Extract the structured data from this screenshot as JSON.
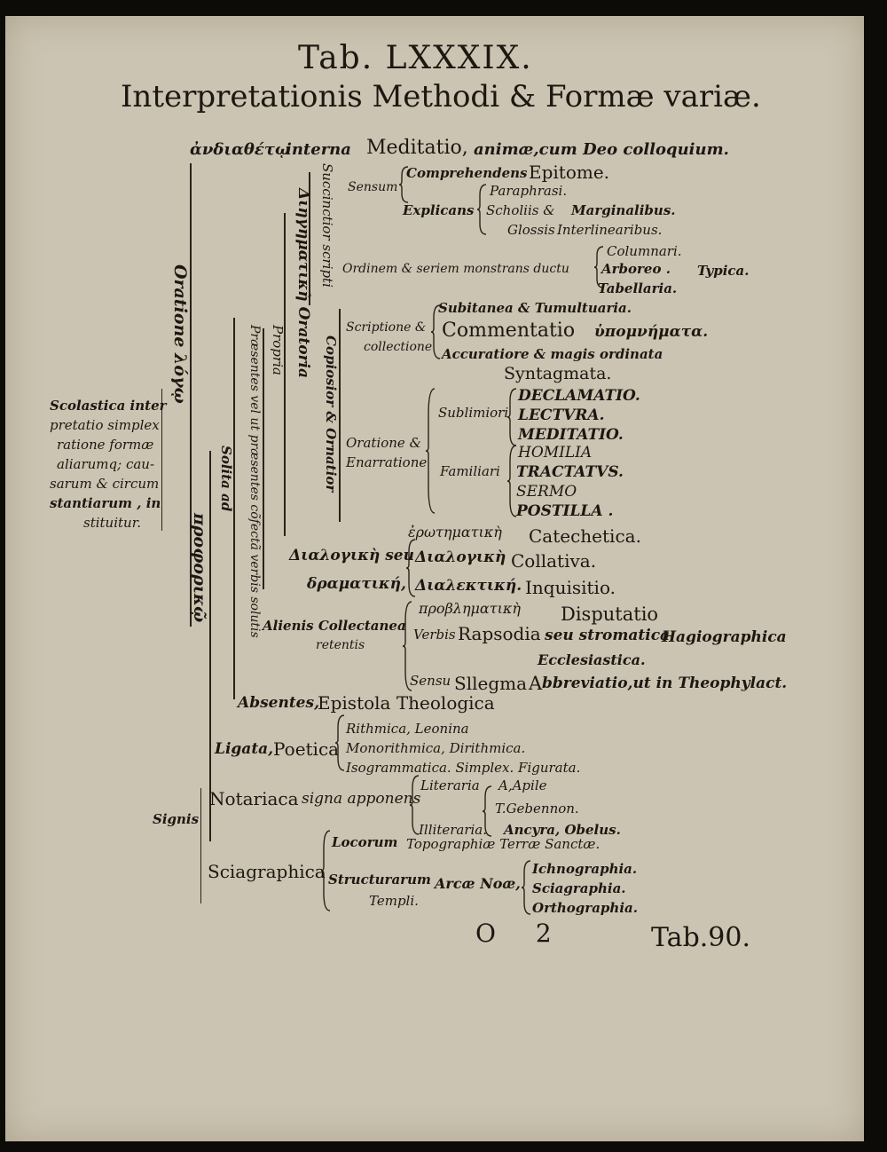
{
  "header": {
    "tab_number": "Tab. LXXXIX.",
    "title": "Interpretationis Methodi & Formæ variæ."
  },
  "top_line": {
    "greek": "ἀνδιαθέτῳ",
    "interna": "interna",
    "meditatio": "Meditatio,",
    "rest": "animæ,cum Deo colloquium."
  },
  "vertical": {
    "oratione_logou": "Oratione λόγῳ",
    "prophorika": "προφορικῷ",
    "solita_ad": "Solita ad",
    "praesentes": "Præsentes vel ut præsentes cõfectã verbis solutis",
    "propria": "Propria",
    "dihgematike": "Διηγηματικὴ Oratoria",
    "succinctior": "Succinctior scripti",
    "copiosior": "Copiosior & Ornatior"
  },
  "left_label": {
    "lines": [
      "Scolastica inter",
      "pretatio simplex",
      "ratione formæ",
      "aliarumq; cau-",
      "sarum & circum",
      "stantiarum , in",
      "stituitur."
    ]
  },
  "succinctior": {
    "sensum": "Sensum",
    "comprehendens": "Comprehendens",
    "epitome": "Epitome.",
    "paraphrasi": "Paraphrasi.",
    "explicans": "Explicans",
    "scholiis": "Scholiis &",
    "marginalibus": "Marginalibus.",
    "glossis": "Glossis",
    "interlinearibus": "Interlinearibus.",
    "ordinem": "Ordinem & seriem monstrans ductu",
    "arboreo": "Arboreo .",
    "columnari": "Columnari.",
    "tabellaria": "Tabellaria.",
    "typica": "Typica."
  },
  "copiosior": {
    "scriptione": "Scriptione &",
    "collectione": "collectione",
    "subitanea": "Subitanea & Tumultuaria.",
    "commentatio": "Commentatio",
    "hypomnemata": "ὑπομνήματα.",
    "accuratiore": "Accuratiore & magis ordinata",
    "syntagmata": "Syntagmata.",
    "oratione_enarratione": [
      "Oratione &",
      "Enarratione"
    ],
    "sublimiori": "Sublimiori",
    "familiari": "Familiari",
    "declamatio": "DECLAMATIO.",
    "lectura": "LECTVRA.",
    "meditatio": "MEDITATIO.",
    "homilia": "HOMILIA",
    "tractatus": "TRACTATVS.",
    "sermo": "SERMO",
    "postilla": "POSTILLA ."
  },
  "dialogike": {
    "erotematike": "ἐρωτηματικὴ",
    "catechetica": "Catechetica.",
    "dialogike_seu": "Διαλογικὴ seu",
    "dialogike": "Διαλογικὴ",
    "collativa": "Collativa.",
    "dramatike": "δραματική,",
    "dialektike": "Διαλεκτική.",
    "inquisitio": "Inquisitio."
  },
  "aliena": {
    "alienis": "Alienis Collectanea",
    "retentis": "retentis",
    "problematike": "προβληματικὴ",
    "disputatio": "Disputatio",
    "verbis": "Verbis",
    "rapsodia": "Rapsodia",
    "seu_stromatica": "seu stromatica",
    "hagiographica": "Hagiographica",
    "ecclesiastica": "Ecclesiastica.",
    "sensu": "Sensu",
    "sllegma": "Sllegma",
    "a": "A",
    "bbreviatio": "bbreviatio,ut in Theophylact."
  },
  "epistola": {
    "absentes": "Absentes,",
    "epistola": "Epistola Theologica"
  },
  "ligata": {
    "ligata": "Ligata,",
    "poetica": "Poetica",
    "rithmica": "Rithmica, Leonina",
    "monorithmica": "Monorithmica, Dirithmica.",
    "isogrammatica": "Isogrammatica. Simplex. Figurata."
  },
  "signis": {
    "signis": "Signis",
    "notariaca": "Notariaca",
    "signa_apponens": "signa apponens",
    "literaria": "Literaria",
    "literaria_ex": "A,Apile",
    "t_gebennon": "T.Gebennon.",
    "illiteraria": "Illiteraria.",
    "illiteraria_ex": "Ancyra, Obelus.",
    "sciagraphica": "Sciagraphica",
    "locorum": "Locorum",
    "topographiae": "Topographiæ Terræ Sanctæ.",
    "structurarum": "Structurarum",
    "arcae_noae": "Arcæ Noæ,",
    "templi": "Templi.",
    "ichnographia": "Ichnographia.",
    "sciagraphia": "Sciagraphia.",
    "orthographia": "Orthographia."
  },
  "footer": {
    "signature": "O 2",
    "catchword": "Tab.90."
  }
}
